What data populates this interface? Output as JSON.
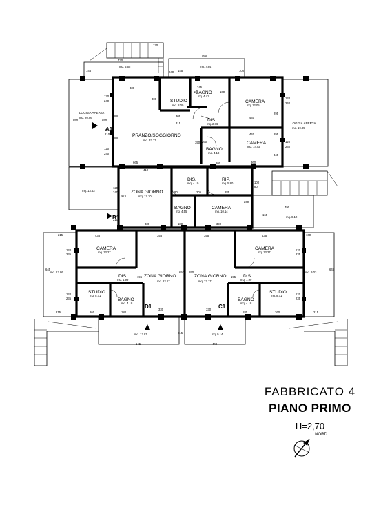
{
  "title": {
    "building": "FABBRICATO 4",
    "floor": "PIANO PRIMO",
    "height": "H=2,70",
    "north": "NORD"
  },
  "units": {
    "A1": "A1",
    "B1": "B1",
    "C1": "C1",
    "D1": "D1"
  },
  "rooms": [
    {
      "id": "loggia_a",
      "name": "LOGGIA APERTA",
      "area": "mq. 20.86"
    },
    {
      "id": "studio_a",
      "name": "STUDIO",
      "area": "mq. 8.00"
    },
    {
      "id": "bagno_a1",
      "name": "BAGNO",
      "area": "mq. 4.41"
    },
    {
      "id": "camera_a1",
      "name": "CAMERA",
      "area": "mq. 12.05"
    },
    {
      "id": "loggia_b",
      "name": "LOGGIA APERTA",
      "area": "mq. 19.95"
    },
    {
      "id": "pranzo",
      "name": "PRANZO/SOGGIORNO",
      "area": "mq. 33.77"
    },
    {
      "id": "dis_a",
      "name": "DIS.",
      "area": "mq. 2.76"
    },
    {
      "id": "camera_a2",
      "name": "CAMERA",
      "area": "mq. 14.02"
    },
    {
      "id": "bagno_a2",
      "name": "BAGNO",
      "area": "mq. 4.18"
    },
    {
      "id": "zona_b",
      "name": "ZONA GIORNO",
      "area": "mq. 17.10"
    },
    {
      "id": "dis_b",
      "name": "DIS.",
      "area": "mq. 4.10"
    },
    {
      "id": "rip_b",
      "name": "RIP.",
      "area": "mq. 5.80"
    },
    {
      "id": "bagno_b",
      "name": "BAGNO",
      "area": "mq. 4.55"
    },
    {
      "id": "camera_b",
      "name": "CAMERA",
      "area": "mq. 10.14"
    },
    {
      "id": "camera_d",
      "name": "CAMERA",
      "area": "mq. 13.27"
    },
    {
      "id": "dis_d",
      "name": "DIS.",
      "area": "mq. 1.99"
    },
    {
      "id": "zona_d",
      "name": "ZONA GIORNO",
      "area": "mq. 22.17"
    },
    {
      "id": "studio_d",
      "name": "STUDIO",
      "area": "mq. 8.71"
    },
    {
      "id": "bagno_d",
      "name": "BAGNO",
      "area": "mq. 4.18"
    },
    {
      "id": "zona_c",
      "name": "ZONA GIORNO",
      "area": "mq. 22.17"
    },
    {
      "id": "dis_c",
      "name": "DIS.",
      "area": "mq. 1.99"
    },
    {
      "id": "camera_c",
      "name": "CAMERA",
      "area": "mq. 13.27"
    },
    {
      "id": "bagno_c",
      "name": "BAGNO",
      "area": "mq. 4.18"
    },
    {
      "id": "studio_c",
      "name": "STUDIO",
      "area": "mq. 8.71"
    }
  ],
  "areas": {
    "top_left_terrace": "mq. 5.65",
    "top_terrace": "mq. 7.84",
    "left_b": "mq. 13.63",
    "right_b": "mq. 8.12",
    "left_d": "mq. 13.86",
    "right_c": "mq. 9.03",
    "bottom_d": "mq. 13.87",
    "bottom_c": "mq. 9.14"
  },
  "dims": {
    "d120a": "120",
    "d720": "720",
    "d145": "145",
    "d560": "560",
    "d240a": "240",
    "d145b": "145",
    "d100": "100",
    "d330a": "330",
    "d300a": "300",
    "d245": "245",
    "d180a": "180",
    "d100b": "100",
    "d120b": "120",
    "d240b": "240",
    "d850": "850",
    "d650": "650",
    "d120c": "120",
    "d240c": "240",
    "d90": "90",
    "d210": "210",
    "d120d": "120",
    "d240d": "240",
    "d120e": "120",
    "d240e": "240",
    "d295a": "295",
    "d440a": "440",
    "d315": "315",
    "d305": "305",
    "d440b": "440",
    "d295b": "295",
    "d350": "350",
    "d200": "200",
    "d260a": "260",
    "d345": "345",
    "d665": "665",
    "d410": "410",
    "d360": "360",
    "d120f": "120",
    "d240f": "240",
    "d470": "470",
    "d80": "80",
    "d205": "205",
    "d285": "285",
    "d260b": "260",
    "d100c": "100",
    "d80b": "80",
    "d90b": "90",
    "d210b": "210",
    "d330b": "330",
    "d180b": "180",
    "d390": "390",
    "d490": "490",
    "d165": "165",
    "d215a": "215",
    "d435a": "435",
    "d355a": "355",
    "d355b": "355",
    "d435b": "435",
    "d160": "160",
    "d120g": "120",
    "d235a": "235",
    "d645a": "645",
    "d120h": "120",
    "d235b": "235",
    "d195": "195",
    "d215b": "215",
    "d260c": "260",
    "d180c": "180",
    "d330c": "330",
    "d330d": "330",
    "d180d": "180",
    "d260d": "260",
    "d215c": "215",
    "d650b": "650",
    "d650c": "650",
    "d120i": "120",
    "d235c": "235",
    "d645b": "645",
    "d120j": "120",
    "d235d": "235",
    "d195b": "195",
    "d645c": "645",
    "d440c": "440",
    "d215d": "215"
  }
}
